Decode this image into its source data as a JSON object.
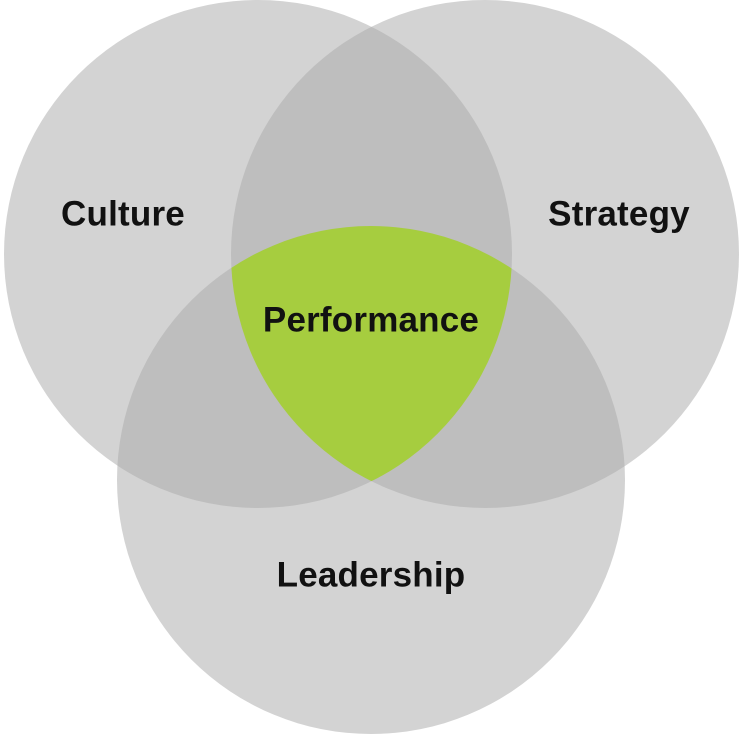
{
  "venn": {
    "sets": [
      {
        "label": "Culture"
      },
      {
        "label": "Strategy"
      },
      {
        "label": "Leadership"
      }
    ],
    "center_label": "Performance"
  },
  "colors": {
    "circle": "#d3d3d3",
    "pair_overlap": "#bebebe",
    "center_overlap": "#a6cd3f",
    "text": "#111111"
  }
}
